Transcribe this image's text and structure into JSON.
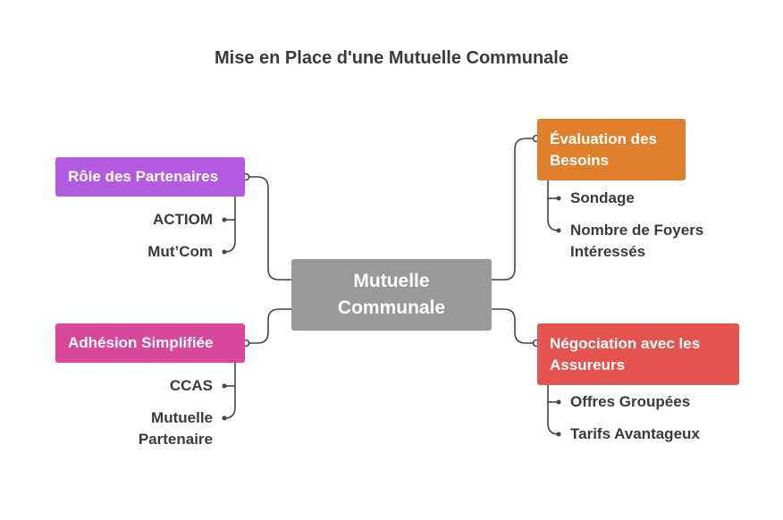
{
  "title": "Mise en Place d'une Mutuelle Communale",
  "center": {
    "line1": "Mutuelle",
    "line2": "Communale"
  },
  "branches": {
    "role": {
      "label": "Rôle des Partenaires",
      "color": "#b25ae0",
      "leaves": [
        "ACTIOM",
        "Mut’Com"
      ]
    },
    "adhesion": {
      "label": "Adhésion Simplifiée",
      "color": "#d9479b",
      "leaves": [
        "CCAS",
        "Mutuelle",
        "Partenaire"
      ]
    },
    "evaluation": {
      "label1": "Évaluation des",
      "label2": "Besoins",
      "color": "#e0802d",
      "leaves": [
        "Sondage",
        "Nombre de Foyers",
        "Intéressés"
      ]
    },
    "negociation": {
      "label1": "Négociation avec les",
      "label2": "Assureurs",
      "color": "#e5534f",
      "leaves": [
        "Offres Groupées",
        "Tarifs Avantageux"
      ]
    }
  },
  "colors": {
    "center": "#999999",
    "connector": "#444444",
    "text": "#3a3a3a"
  }
}
